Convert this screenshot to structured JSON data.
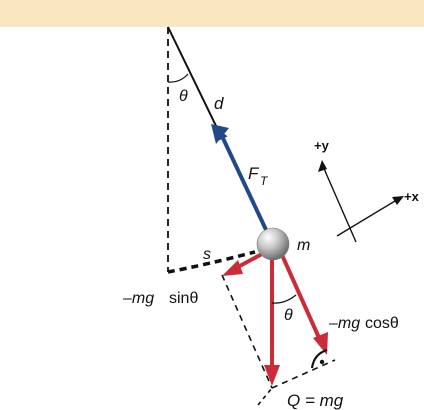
{
  "labels": {
    "theta_top": "θ",
    "d": "d",
    "ft_main": "F",
    "ft_sub": "T",
    "m": "m",
    "s": "s",
    "sin_mg": "–mg",
    "sin_fn": "sinθ",
    "theta_bottom": "θ",
    "cos_mg": "–mg",
    "cos_fn": "cosθ",
    "q_eq": "Q = mg",
    "plus_y": "+y",
    "plus_x": "+x"
  },
  "colors": {
    "ceiling": "#fbe6c2",
    "tension_arrow": "#23488a",
    "force_arrow": "#cc2b3a",
    "line": "#111111"
  }
}
